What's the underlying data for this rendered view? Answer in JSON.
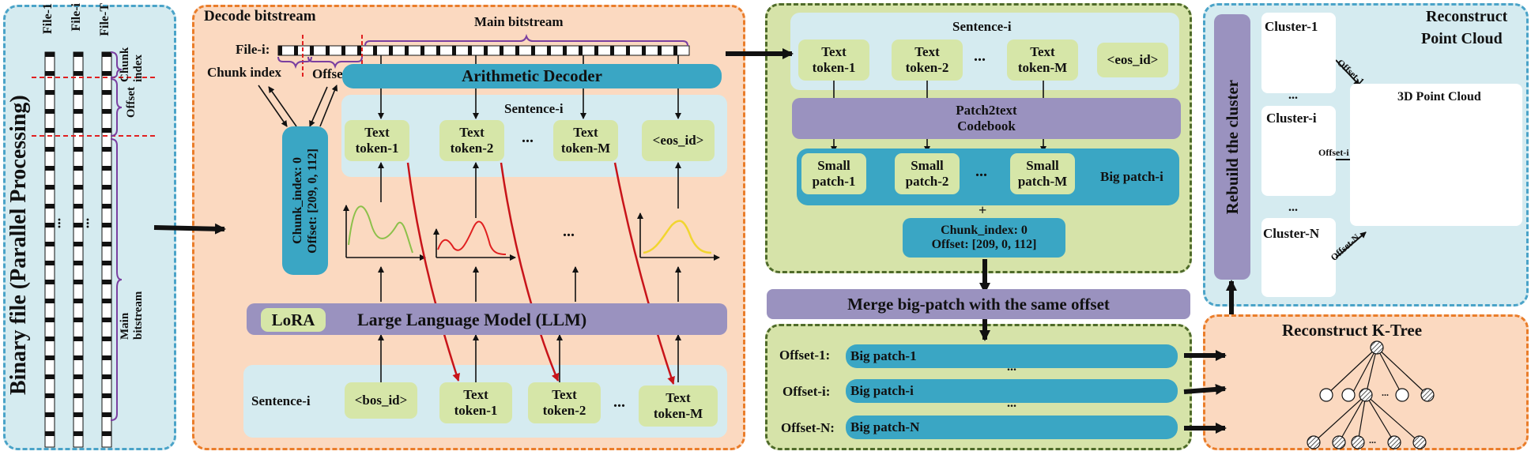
{
  "colors": {
    "blue_panel_border": "#4aa3c8",
    "orange_panel_fill": "#fbd9c0",
    "orange_panel_border": "#ea7d2a",
    "green_panel_fill": "#d6e3a9",
    "green_panel_border": "#4f6b2a",
    "lightblue_panel": "#d5ebf0",
    "token_fill": "#d6e6a8",
    "teal": "#3aa6c4",
    "purple": "#9a92bf",
    "red_arrow": "#c8141a"
  },
  "binary": {
    "title": "Binary file (Parallel Processing)",
    "file_labels": [
      "File-1",
      "File-i",
      "File-T"
    ],
    "chunk_index": "Chunk index",
    "offset": "Offset",
    "main_bitstream": "Main bitstream",
    "ellipsis": "..."
  },
  "decode": {
    "title": "Decode bitstream",
    "main_bitstream": "Main bitstream",
    "file_label": "File-i:",
    "chunk_index": "Chunk index",
    "offset": "Offset",
    "arith_decoder": "Arithmetic Decoder",
    "chunk_info": [
      "Chunk_index: 0",
      "Offset: [209, 0, 112]"
    ],
    "sentence_top": "Sentence-i",
    "tokens_top": [
      {
        "line1": "Text",
        "line2": "token-1"
      },
      {
        "line1": "Text",
        "line2": "token-2"
      },
      {
        "line1": "Text",
        "line2": "token-M"
      },
      {
        "line1": "<eos_id>",
        "line2": ""
      }
    ],
    "ellipsis": "...",
    "lora": "LoRA",
    "llm": "Large Language Model (LLM)",
    "sentence_bottom": "Sentence-i",
    "tokens_bottom": [
      {
        "line1": "<bos_id>",
        "line2": ""
      },
      {
        "line1": "Text",
        "line2": "token-1"
      },
      {
        "line1": "Text",
        "line2": "token-2"
      },
      {
        "line1": "Text",
        "line2": "token-M"
      }
    ]
  },
  "sentence_panel": {
    "title": "Sentence-i",
    "tokens": [
      {
        "line1": "Text",
        "line2": "token-1"
      },
      {
        "line1": "Text",
        "line2": "token-2"
      },
      {
        "line1": "Text",
        "line2": "token-M"
      },
      {
        "line1": "<eos_id>",
        "line2": ""
      }
    ],
    "ellipsis": "...",
    "codebook": [
      "Patch2text",
      "Codebook"
    ],
    "patches": [
      {
        "line1": "Small",
        "line2": "patch-1"
      },
      {
        "line1": "Small",
        "line2": "patch-2"
      },
      {
        "line1": "Small",
        "line2": "patch-M"
      }
    ],
    "big_patch": "Big patch-i",
    "plus": "+",
    "chunk_info": [
      "Chunk_index: 0",
      "Offset: [209, 0, 112]"
    ]
  },
  "merge": {
    "label": "Merge big-patch with the same offset",
    "rows": [
      {
        "offset": "Offset-1:",
        "patch": "Big patch-1"
      },
      {
        "offset": "Offset-i:",
        "patch": "Big patch-i"
      },
      {
        "offset": "Offset-N:",
        "patch": "Big patch-N"
      }
    ],
    "ellipsis": "..."
  },
  "reconstruct": {
    "title": [
      "Reconstruct",
      "Point Cloud"
    ],
    "rebuild": "Rebuild the cluster",
    "clusters": [
      "Cluster-1",
      "Cluster-i",
      "Cluster-N"
    ],
    "offsets": [
      "Offset-1",
      "Offset-i",
      "Offset-N"
    ],
    "point_cloud": "3D Point Cloud",
    "ellipsis": "..."
  },
  "ktree": {
    "title": "Reconstruct K-Tree",
    "ellipsis": "..."
  }
}
